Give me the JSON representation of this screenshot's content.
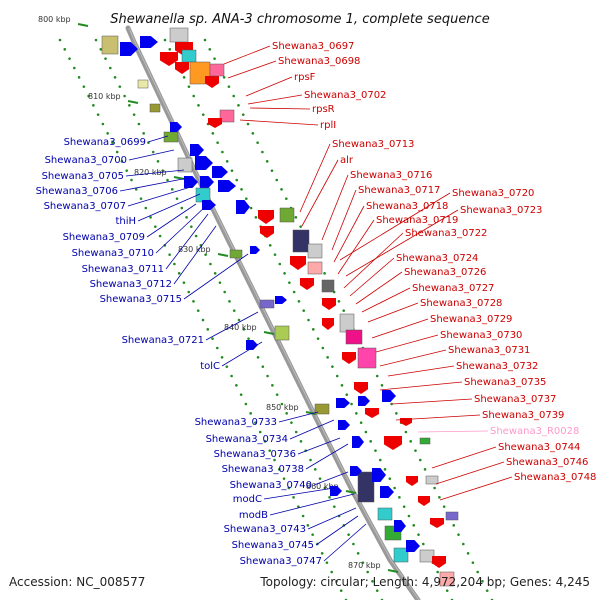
{
  "title": "Shewanella sp. ANA-3 chromosome 1, complete sequence",
  "accession": "Accession: NC_008577",
  "topology": "Topology: circular; Length: 4,972,204 bp; Genes: 4,245",
  "colors": {
    "forward_label": "#cc0000",
    "reverse_label": "#0000aa",
    "rna_label": "#ff99cc",
    "backbone": "#999999",
    "tick": "#228b22"
  },
  "kbp_ticks": [
    "800 kbp",
    "810 kbp",
    "820 kbp",
    "830 kbp",
    "840 kbp",
    "850 kbp",
    "860 kbp",
    "870 kbp"
  ],
  "forward_labels": [
    "Shewana3_0697",
    "Shewana3_0698",
    "rpsF",
    "Shewana3_0702",
    "rpsR",
    "rplI",
    "Shewana3_0713",
    "alr",
    "Shewana3_0716",
    "Shewana3_0717",
    "Shewana3_0718",
    "Shewana3_0719",
    "Shewana3_0720",
    "Shewana3_0723",
    "Shewana3_0722",
    "Shewana3_0724",
    "Shewana3_0726",
    "Shewana3_0727",
    "Shewana3_0728",
    "Shewana3_0729",
    "Shewana3_0730",
    "Shewana3_0731",
    "Shewana3_0732",
    "Shewana3_0735",
    "Shewana3_0737",
    "Shewana3_0739",
    "Shewana3_R0028",
    "Shewana3_0744",
    "Shewana3_0746",
    "Shewana3_0748"
  ],
  "reverse_labels": [
    "Shewana3_0699",
    "Shewana3_0700",
    "Shewana3_0705",
    "Shewana3_0706",
    "Shewana3_0707",
    "thiH",
    "Shewana3_0709",
    "Shewana3_0710",
    "Shewana3_0711",
    "Shewana3_0712",
    "Shewana3_0715",
    "Shewana3_0721",
    "tolC",
    "Shewana3_0733",
    "Shewana3_0734",
    "Shewana3_0736",
    "Shewana3_0738",
    "Shewana3_0740",
    "modC",
    "modB",
    "Shewana3_0743",
    "Shewana3_0745",
    "Shewana3_0747"
  ]
}
